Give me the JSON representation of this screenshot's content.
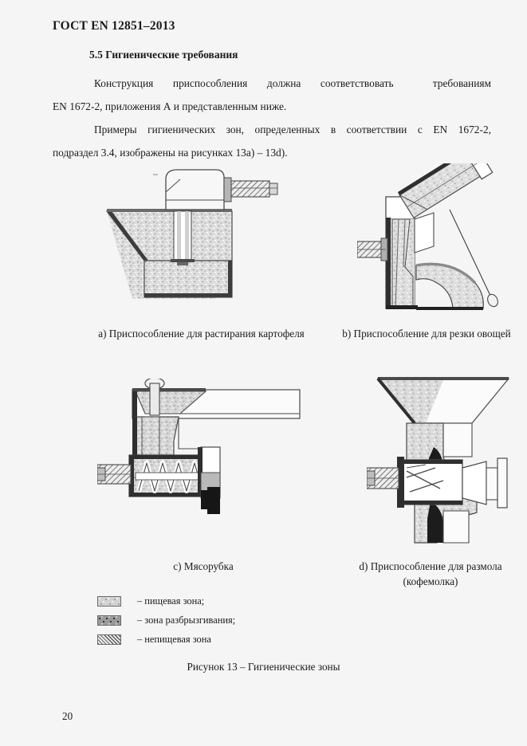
{
  "document": {
    "header": "ГОСТ EN 12851–2013",
    "page_number": "20"
  },
  "section": {
    "heading": "5.5 Гигиенические требования",
    "paragraphs": [
      {
        "line1": "Конструкция  приспособления  должна  соответствовать    требованиям",
        "line2": "EN 1672-2, приложения А и представленным ниже."
      },
      {
        "line1": "Примеры гигиенических зон, определенных в соответствии с EN 1672-2,",
        "line2": "подраздел 3.4, изображены на рисунках 13a) – 13d)."
      }
    ]
  },
  "figures": [
    {
      "id": "a",
      "caption": "a) Приспособление для растирания картофеля",
      "name": "potato-masher-attachment"
    },
    {
      "id": "b",
      "caption": "b) Приспособление для резки овощей",
      "name": "vegetable-cutter-attachment"
    },
    {
      "id": "c",
      "caption": "c) Мясорубка",
      "name": "meat-grinder"
    },
    {
      "id": "d",
      "caption": "d) Приспособление для размола (кофемолка)",
      "name": "coffee-grinder-attachment"
    }
  ],
  "legend": {
    "items": [
      {
        "swatch": "food-zone-swatch",
        "label": "– пищевая зона;"
      },
      {
        "swatch": "splash-zone-swatch",
        "label": "– зона разбрызгивания;"
      },
      {
        "swatch": "non-food-zone-swatch",
        "label": "– непищевая зона"
      }
    ]
  },
  "figure_title": "Рисунок 13 – Гигиенические зоны",
  "colors": {
    "page_background": "#f5f5f5",
    "text": "#1a1a1a",
    "line": "#4a4a4a",
    "food_zone": "#d2d2d2",
    "splash_zone": "#9a9a9a",
    "non_food_zone": "#3a3a3a"
  }
}
